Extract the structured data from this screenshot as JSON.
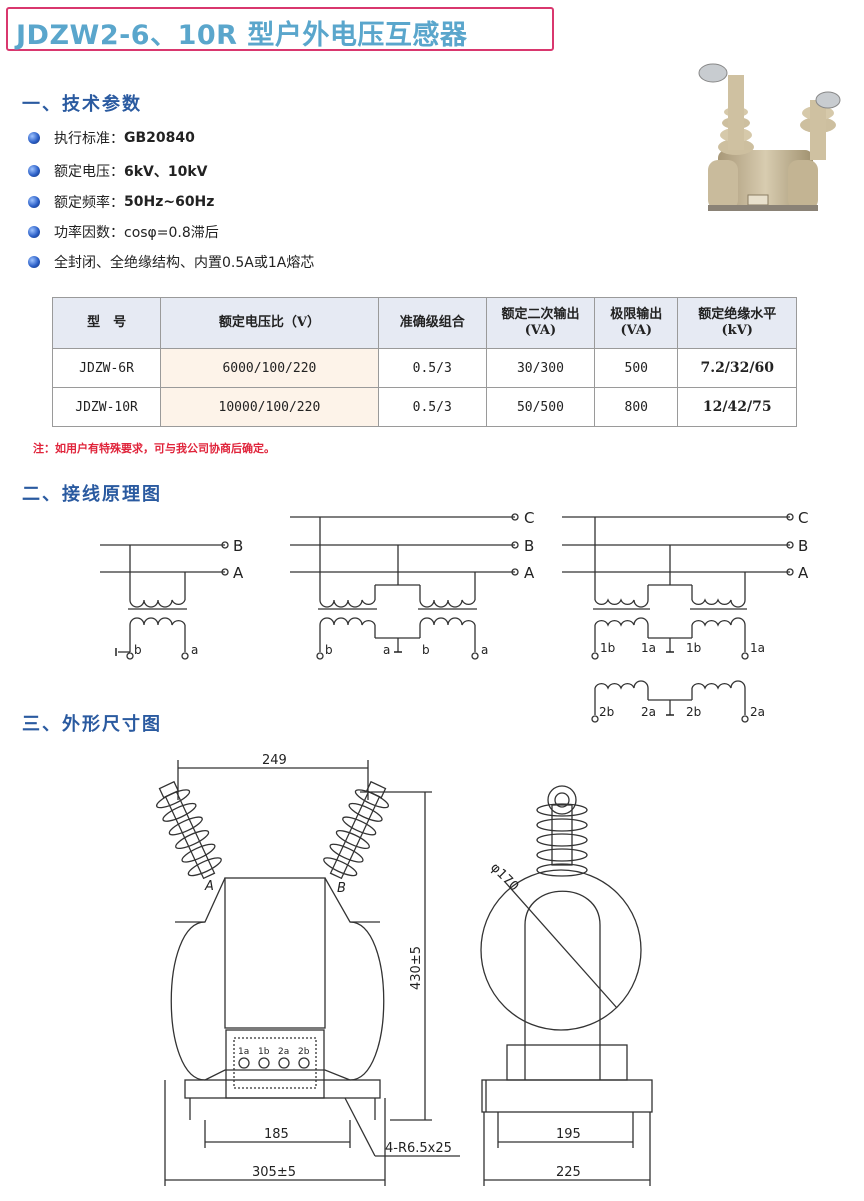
{
  "title": "JDZW2-6、10R 型户外电压互感器",
  "sections": {
    "tech": "一、技术参数",
    "wiring": "二、接线原理图",
    "dims": "三、外形尺寸图"
  },
  "params": [
    {
      "label": "执行标准：",
      "value": "GB20840"
    },
    {
      "label": "额定电压：",
      "value": "6kV、10kV"
    },
    {
      "label": "额定频率：",
      "value": "50Hz~60Hz"
    },
    {
      "label": "功率因数：",
      "value": "cosφ=0.8滞后"
    },
    {
      "label": "全封闭、全绝缘结构、内置0.5A或1A熔芯",
      "value": ""
    }
  ],
  "table": {
    "headers": [
      "型　号",
      "额定电压比（V）",
      "准确级组合",
      "额定二次输出\n(VA)",
      "极限输出\n(VA)",
      "额定绝缘水平\n(kV)"
    ],
    "rows": [
      [
        "JDZW-6R",
        "6000/100/220",
        "0.5/3",
        "30/300",
        "500",
        "7.2/32/60"
      ],
      [
        "JDZW-10R",
        "10000/100/220",
        "0.5/3",
        "50/500",
        "800",
        "12/42/75"
      ]
    ]
  },
  "note": "注：如用户有特殊要求，可与我公司协商后确定。",
  "wiring_labels": {
    "d1": {
      "B": "B",
      "A": "A",
      "b": "b",
      "a": "a"
    },
    "d2": {
      "C": "C",
      "B": "B",
      "A": "A",
      "b1": "b",
      "a1": "a",
      "b2": "b",
      "a2": "a"
    },
    "d3": {
      "C": "C",
      "B": "B",
      "A": "A",
      "t1b": "1b",
      "t1a": "1a",
      "t1b2": "1b",
      "t1a2": "1a",
      "t2b": "2b",
      "t2a": "2a",
      "t2b2": "2b",
      "t2a2": "2a"
    }
  },
  "dimensions": {
    "top_width": "249",
    "height": "430±5",
    "foot_span": "185",
    "base_width": "305±5",
    "holes": "4-R6.5x25",
    "diameter": "φ170",
    "side_foot": "195",
    "side_base": "225",
    "term_labels": [
      "1a",
      "1b",
      "2a",
      "2b"
    ],
    "ins_A": "A",
    "ins_B": "B"
  },
  "colors": {
    "title_text": "#5aa6cc",
    "title_border": "#d9376e",
    "section": "#2a5aa0",
    "note": "#e0243b",
    "header_bg": "#e6eaf3"
  }
}
